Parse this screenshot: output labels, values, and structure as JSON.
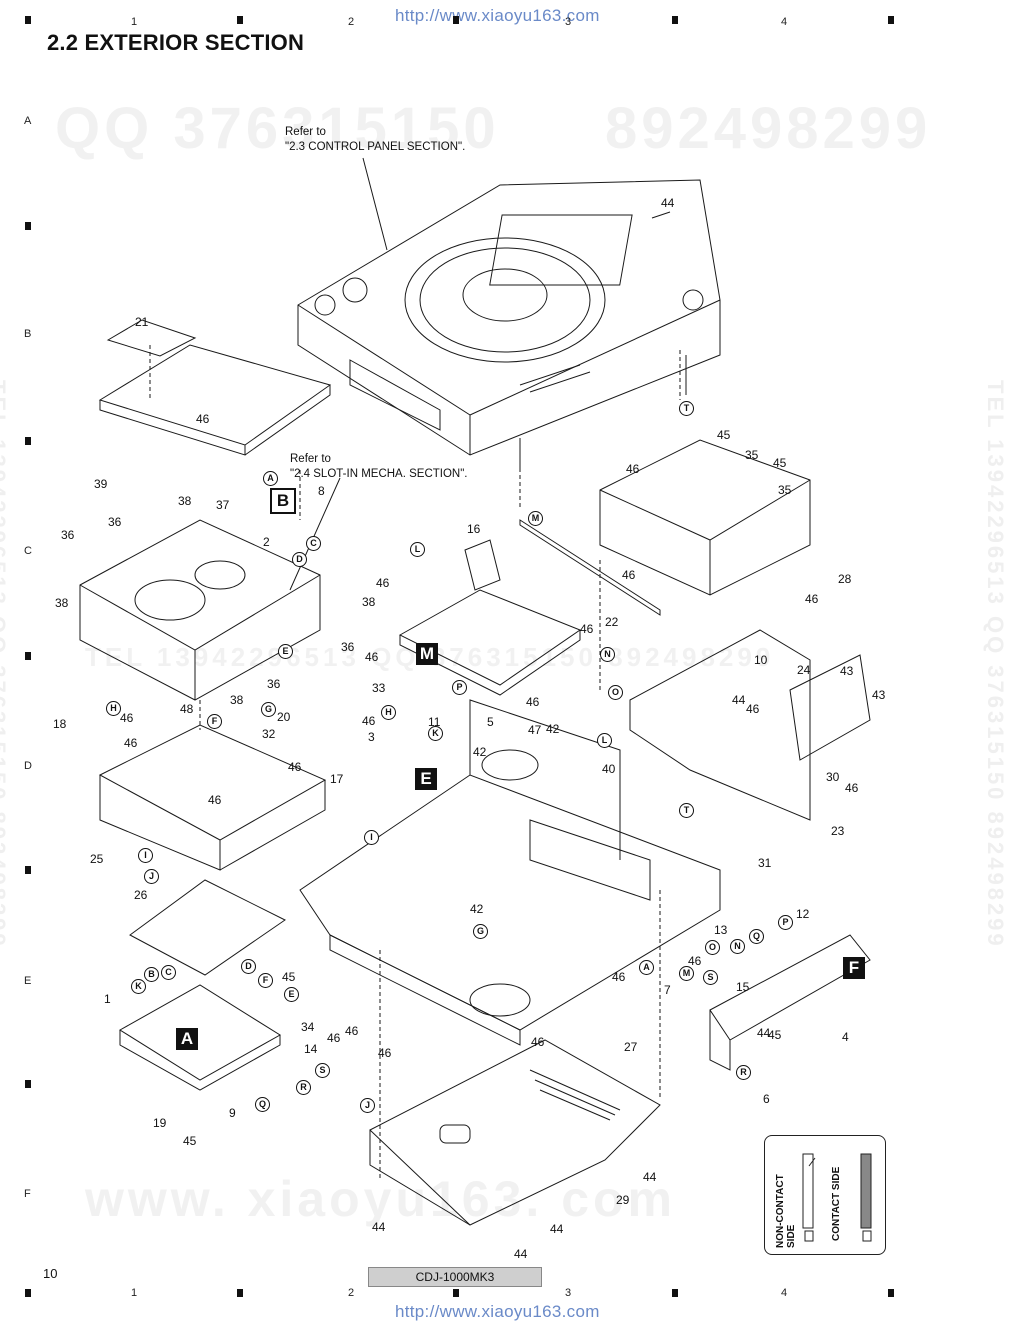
{
  "header": {
    "top_url": "http://www.xiaoyu163.com",
    "bottom_url": "http://www.xiaoyu163.com",
    "section_title": "2.2  EXTERIOR SECTION"
  },
  "grid": {
    "columns": [
      "1",
      "2",
      "3",
      "4"
    ],
    "rows": [
      "A",
      "B",
      "C",
      "D",
      "E",
      "F"
    ]
  },
  "notes": {
    "control_panel_ref": "Refer to\n\"2.3 CONTROL PANEL SECTION\".",
    "slot_in_ref": "Refer to\n\"2.4 SLOT-IN MECHA. SECTION\"."
  },
  "board_labels": [
    "A",
    "B",
    "E",
    "F",
    "M"
  ],
  "circle_labels": [
    "A",
    "B",
    "C",
    "D",
    "E",
    "F",
    "G",
    "H",
    "I",
    "J",
    "K",
    "L",
    "M",
    "N",
    "O",
    "P",
    "Q",
    "R",
    "S",
    "T"
  ],
  "part_numbers": [
    "1",
    "2",
    "3",
    "4",
    "5",
    "6",
    "7",
    "8",
    "9",
    "10",
    "11",
    "12",
    "13",
    "14",
    "15",
    "16",
    "17",
    "18",
    "19",
    "20",
    "21",
    "22",
    "23",
    "24",
    "25",
    "26",
    "27",
    "28",
    "29",
    "30",
    "31",
    "32",
    "33",
    "34",
    "35",
    "36",
    "37",
    "38",
    "39",
    "40",
    "42",
    "43",
    "44",
    "45",
    "46",
    "47",
    "48"
  ],
  "legend": {
    "non_contact": "NON-CONTACT\nSIDE",
    "contact": "CONTACT SIDE"
  },
  "watermarks": {
    "qq_top": "QQ 376315150",
    "phone_top": "892498299",
    "bottom_site": "www. xiaoyu163. com",
    "mid_line": "TEL 13942296513  QQ 376315150  892498299",
    "side_line": "TEL 13942296513  QQ 376315150  892498299"
  },
  "footer": {
    "page_number": "10",
    "model": "CDJ-1000MK3"
  },
  "colors": {
    "line": "#1a1a1a",
    "url": "#6a8ac8",
    "watermark": "#f1f1f1",
    "model_box": "#cfcfcf"
  }
}
